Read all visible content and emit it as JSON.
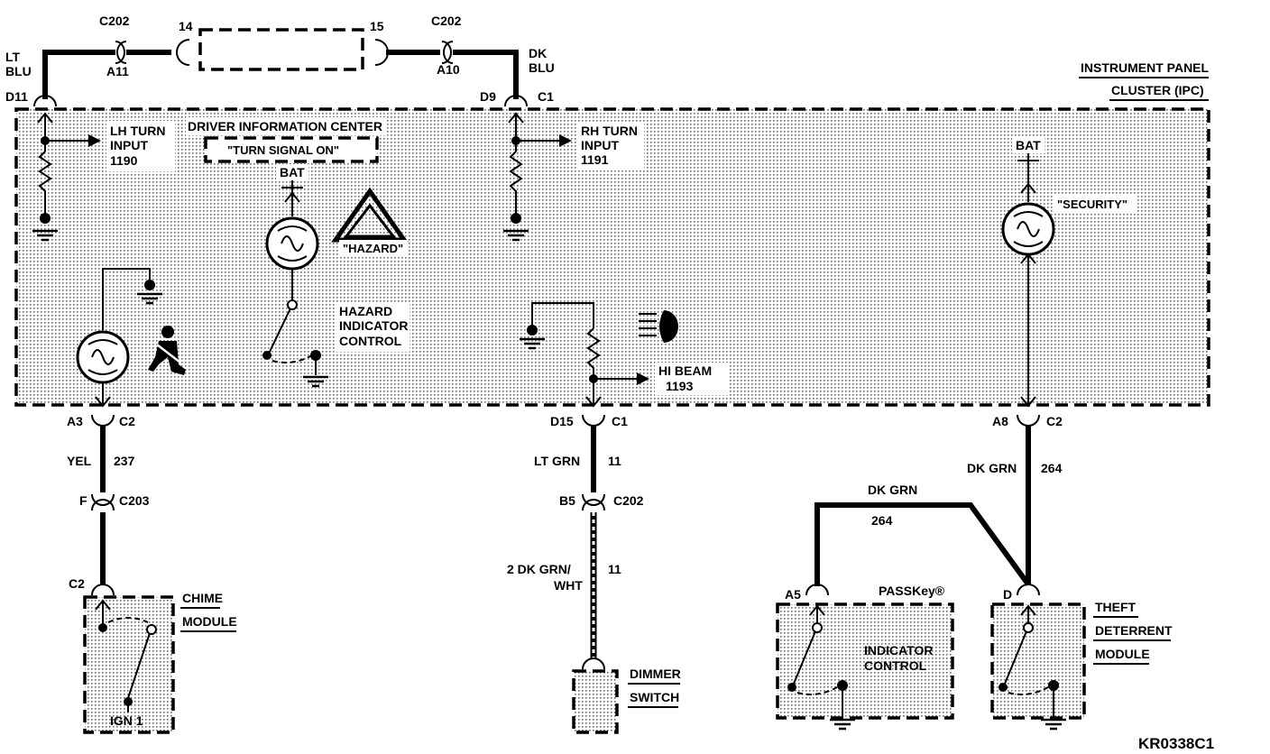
{
  "texts": {
    "c202_left": "C202",
    "pin_14": "14",
    "pin_15": "15",
    "c202_right": "C202",
    "a11": "A11",
    "a10": "A10",
    "lt": "LT",
    "blu_l": "BLU",
    "dk": "DK",
    "blu_r": "BLU",
    "d11": "D11",
    "d9": "D9",
    "c1_top": "C1",
    "ipc_line1": "INSTRUMENT PANEL",
    "ipc_line2": "CLUSTER (IPC)",
    "lh1": "LH TURN",
    "lh2": "INPUT",
    "lh3": "1190",
    "dic_title": "DRIVER INFORMATION CENTER",
    "turn_signal_on": "\"TURN SIGNAL ON\"",
    "rh1": "RH TURN",
    "rh2": "INPUT",
    "rh3": "1191",
    "bat_hazard": "BAT",
    "hazard_text": "\"HAZARD\"",
    "hic1": "HAZARD",
    "hic2": "INDICATOR",
    "hic3": "CONTROL",
    "bat_security": "BAT",
    "security_text": "\"SECURITY\"",
    "hib1": "HI BEAM",
    "hib2": "1193",
    "a3": "A3",
    "c2_a3": "C2",
    "d15": "D15",
    "c1_d15": "C1",
    "a8": "A8",
    "c2_a8": "C2",
    "yel": "YEL",
    "w237": "237",
    "lt_grn": "LT GRN",
    "w11a": "11",
    "dk_grn_r": "DK GRN",
    "w264a": "264",
    "f_pin": "F",
    "c203": "C203",
    "b5": "B5",
    "c202_b5": "C202",
    "dk_grn_m": "DK GRN",
    "w264b": "264",
    "c2_chime": "C2",
    "chime1": "CHIME",
    "chime2": "MODULE",
    "ign1": "IGN 1",
    "dkgrnwht1": "2 DK GRN/",
    "dkgrnwht2": "WHT",
    "w11b": "11",
    "dimmer1": "DIMMER",
    "dimmer2": "SWITCH",
    "a5": "A5",
    "passkey": "PASSKey®",
    "ic1": "INDICATOR",
    "ic2": "CONTROL",
    "d_pin": "D",
    "tdm1": "THEFT",
    "tdm2": "DETERRENT",
    "tdm3": "MODULE",
    "ref": "KR0338C1"
  }
}
